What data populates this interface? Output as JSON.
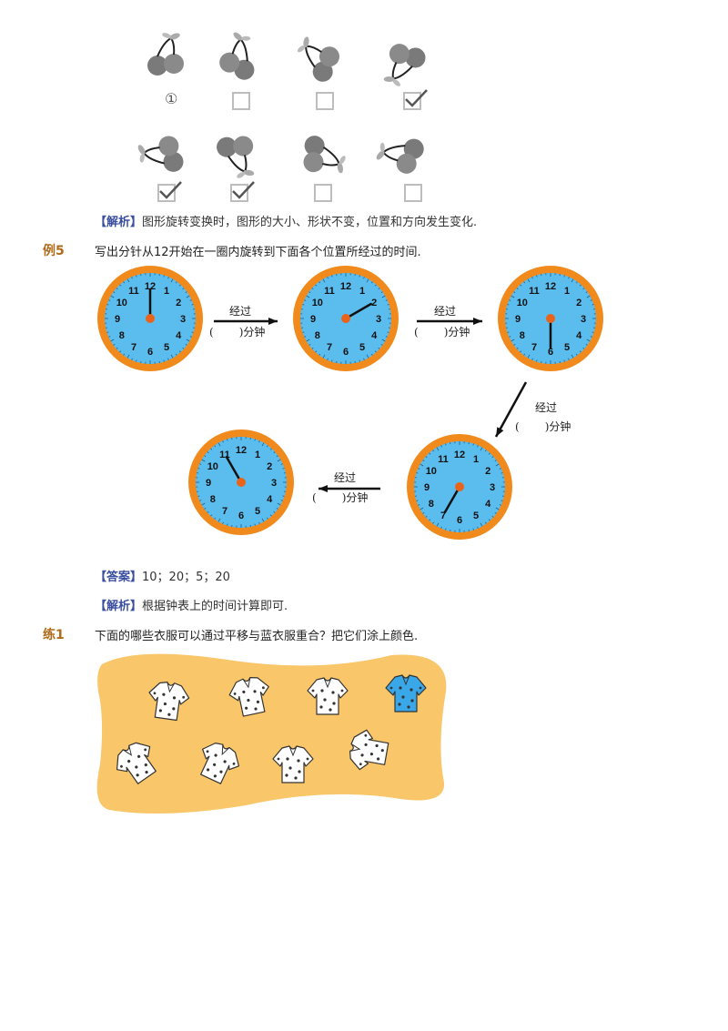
{
  "cherries": {
    "row1_marks": [
      "①",
      "",
      "",
      "check"
    ],
    "row2_marks": [
      "check",
      "check",
      "",
      ""
    ]
  },
  "analysis1": {
    "tag": "【解析】",
    "text": "图形旋转变换时，图形的大小、形状不变，位置和方向发生变化."
  },
  "example5": {
    "label": "例5",
    "question": "写出分针从12开始在一圈内旋转到下面各个位置所经过的时间.",
    "arrow_top": "经过",
    "arrow_paren_open": "(",
    "arrow_paren_close": ")",
    "arrow_unit": "分钟",
    "clock_numbers": [
      "12",
      "1",
      "2",
      "3",
      "4",
      "5",
      "6",
      "7",
      "8",
      "9",
      "10",
      "11"
    ],
    "minute_positions": [
      0,
      10,
      30,
      35,
      55
    ]
  },
  "answer": {
    "tag": "【答案】",
    "text": "10；20；5；20"
  },
  "analysis2": {
    "tag": "【解析】",
    "text": "根据钟表上的时间计算即可."
  },
  "practice1": {
    "label": "练1",
    "question": "下面的哪些衣服可以通过平移与蓝衣服重合？把它们涂上颜色."
  },
  "colors": {
    "clock_rim": "#f08a1c",
    "clock_face": "#5bbcee",
    "hand": "#111111",
    "center": "#e8641a",
    "panel": "#f9c66a",
    "blue_shirt": "#3aa8e8",
    "cherry": "#777777"
  }
}
